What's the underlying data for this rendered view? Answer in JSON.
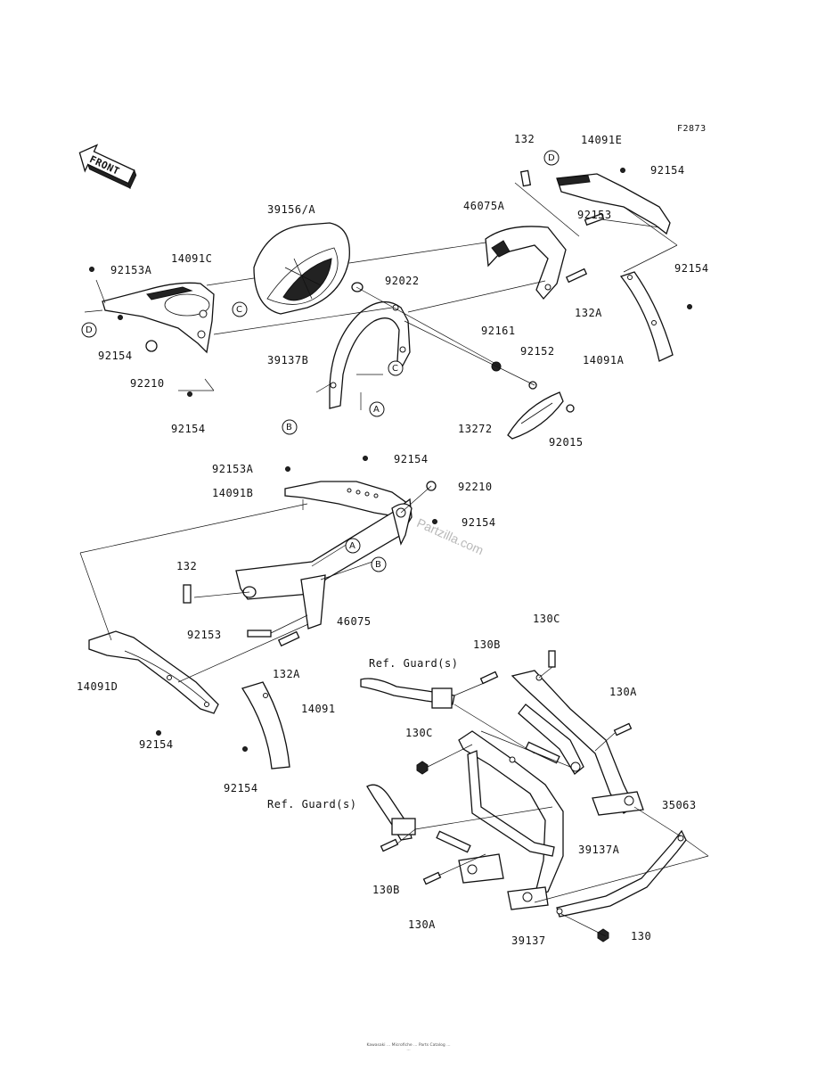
{
  "figure_code": "F2873",
  "front_label": "FRONT",
  "watermark": "Partzilla.com",
  "footer_lines": [
    "Kawasaki ... Microfiche ... Parts Catalog ...",
    "..."
  ],
  "callouts": {
    "A": "A",
    "B": "B",
    "C": "C",
    "D": "D"
  },
  "part_labels": {
    "p132_top": "132",
    "p14091E": "14091E",
    "p92154_tr": "92154",
    "p46075A": "46075A",
    "p92153_top": "92153",
    "p39156A": "39156/A",
    "p14091C": "14091C",
    "p92153A_left": "92153A",
    "p92022": "92022",
    "p92154_r2": "92154",
    "p132A_top": "132A",
    "p92154_left": "92154",
    "p39137B": "39137B",
    "p92161": "92161",
    "p92152": "92152",
    "p14091A": "14091A",
    "p92210_left": "92210",
    "p92154_left2": "92154",
    "p13272": "13272",
    "p92015": "92015",
    "p92153A_mid": "92153A",
    "p92154_mid": "92154",
    "p14091B": "14091B",
    "p92210_mid": "92210",
    "p92154_mid2": "92154",
    "p132_mid": "132",
    "p92153_mid": "92153",
    "p46075": "46075",
    "p132A_mid": "132A",
    "p14091D": "14091D",
    "p14091": "14091",
    "p92154_low": "92154",
    "p92154_low2": "92154",
    "p130C_top": "130C",
    "p130B_top": "130B",
    "ref_guard_1": "Ref. Guard(s)",
    "p130A_right": "130A",
    "p130C_mid": "130C",
    "ref_guard_2": "Ref. Guard(s)",
    "p35063": "35063",
    "p39137A": "39137A",
    "p130B_low": "130B",
    "p130A_low": "130A",
    "p39137": "39137",
    "p130": "130"
  }
}
